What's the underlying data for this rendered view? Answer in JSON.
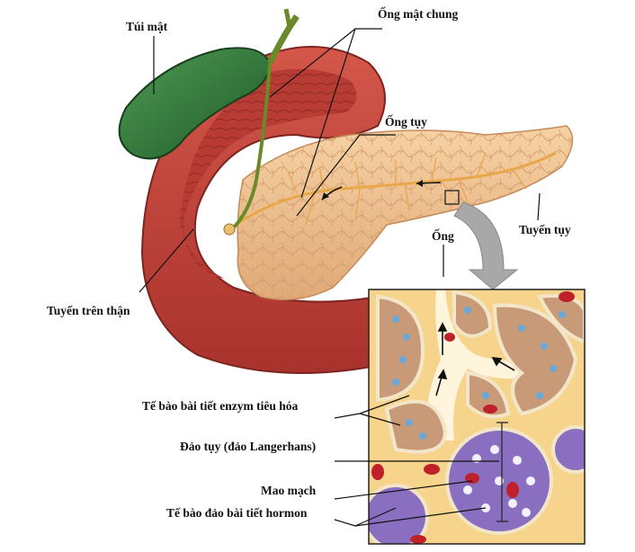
{
  "labels": {
    "gallbladder": "Túi mật",
    "common_bile_duct": "Ống mật chung",
    "pancreatic_duct": "Ống tụy",
    "pancreas": "Tuyến tụy",
    "duct": "Ống",
    "adrenal_gland": "Tuyến trên thận",
    "enzyme_cells": "Tế bào bài tiết enzym tiêu hóa",
    "islet": "Đảo tụy (đảo Langerhans)",
    "capillary": "Mao mạch",
    "hormone_cells": "Tế bào đảo bài tiết hormon"
  },
  "colors": {
    "gallbladder": "#2f7a3a",
    "duodenum": "#c8443a",
    "pancreas": "#f0c28e",
    "acinus": "#b98a6a",
    "islet": "#8a6fc0",
    "capillary": "#c0202a",
    "nucleus": "#6aa8d8"
  }
}
